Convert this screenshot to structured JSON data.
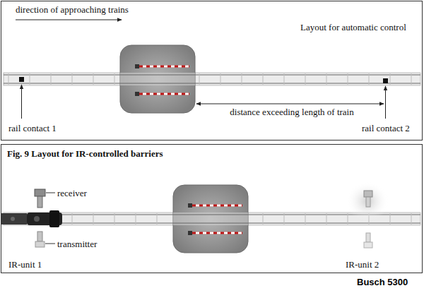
{
  "diagram": {
    "labels": [
      "direction of approaching trains",
      "Layout for automatic control",
      "rail contact 1",
      "rail contact 2",
      "distance exceeding length of train",
      "Fig. 9 Layout for IR-controlled barriers",
      "receiver",
      "transmitter",
      "IR-unit 1",
      "IR-unit 2",
      "Busch 5300"
    ]
  }
}
